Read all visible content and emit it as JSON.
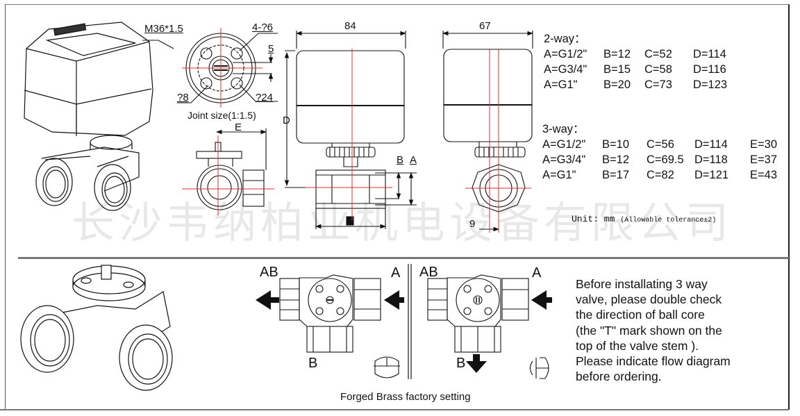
{
  "watermark": "长沙韦纳柏业机电设备有限公司",
  "top_section": {
    "joint": {
      "thread_label": "M36*1.5",
      "holes_label": "4-?6",
      "offset_label": "5",
      "inner_label": "?8",
      "pcd_label": "?24",
      "caption": "Joint size(1:1.5)"
    },
    "side_view": {
      "e_label": "E"
    },
    "front_view": {
      "width_label": "84",
      "d_label": "D",
      "b_label": "B",
      "a_label": "A"
    },
    "end_view": {
      "width_label": "67",
      "offset_label": "9"
    },
    "unit_note": {
      "prefix": "Unit: mm",
      "detail": "(Allowable tolerance±2)"
    }
  },
  "specs": {
    "two_way": {
      "title": "2-way：",
      "rows": [
        {
          "A": "A=G1/2\"",
          "B": "B=12",
          "C": "C=52",
          "D": "D=114"
        },
        {
          "A": "A=G3/4\"",
          "B": "B=15",
          "C": "C=58",
          "D": "D=116"
        },
        {
          "A": "A=G1\"",
          "B": "B=20",
          "C": "C=73",
          "D": "D=123"
        }
      ]
    },
    "three_way": {
      "title": "3-way：",
      "rows": [
        {
          "A": "A=G1/2\"",
          "B": "B=10",
          "C": "C=56",
          "D": "D=114",
          "E": "E=30"
        },
        {
          "A": "A=G3/4\"",
          "B": "B=12",
          "C": "C=69.5",
          "D": "D=118",
          "E": "E=37"
        },
        {
          "A": "A=G1\"",
          "B": "B=17",
          "C": "C=82",
          "D": "D=121",
          "E": "E=43"
        }
      ]
    }
  },
  "bottom_section": {
    "flow_left": {
      "port_ab": "AB",
      "port_a": "A",
      "port_b": "B"
    },
    "flow_right": {
      "port_ab": "AB",
      "port_a": "A",
      "port_b": "B"
    },
    "caption": "Forged Brass factory setting",
    "note_lines": [
      "Before installating 3 way",
      "valve, please double check",
      "the direction of ball core",
      "(the \"T\" mark shown on the",
      "top of the valve  stem ).",
      "Please indicate flow diagram",
      "before ordering."
    ]
  },
  "colors": {
    "centerline": "#e0302f",
    "ink": "#111111",
    "rule": "#777777"
  }
}
